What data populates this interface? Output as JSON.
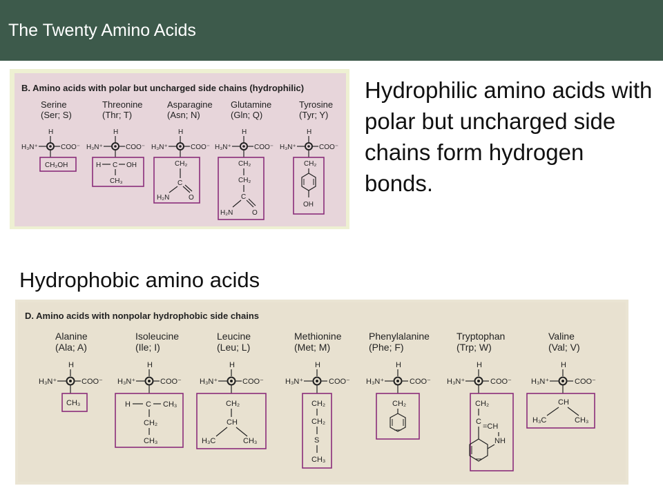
{
  "header": {
    "title": "The Twenty Amino Acids"
  },
  "body_text": "Hydrophilic amino acids with polar but uncharged side chains form hydrogen bonds.",
  "hydrophobic_title": "Hydrophobic amino acids",
  "panel_b": {
    "title": "B.  Amino acids with polar but uncharged side chains (hydrophilic)",
    "acids": [
      {
        "name": "Serine",
        "code": "(Ser; S)"
      },
      {
        "name": "Threonine",
        "code": "(Thr; T)"
      },
      {
        "name": "Asparagine",
        "code": "(Asn; N)"
      },
      {
        "name": "Glutamine",
        "code": "(Gln; Q)"
      },
      {
        "name": "Tyrosine",
        "code": "(Tyr; Y)"
      }
    ]
  },
  "panel_d": {
    "title": "D.  Amino acids with nonpolar hydrophobic side chains",
    "acids": [
      {
        "name": "Alanine",
        "code": "(Ala; A)"
      },
      {
        "name": "Isoleucine",
        "code": "(Ile; I)"
      },
      {
        "name": "Leucine",
        "code": "(Leu; L)"
      },
      {
        "name": "Methionine",
        "code": "(Met; M)"
      },
      {
        "name": "Phenylalanine",
        "code": "(Phe; F)"
      },
      {
        "name": "Tryptophan",
        "code": "(Trp; W)"
      },
      {
        "name": "Valine",
        "code": "(Val; V)"
      }
    ]
  },
  "colors": {
    "header": "#3d5a4b",
    "box_border": "#8a2c7a",
    "panel_b_bg": "#e7d5da",
    "panel_d_bg": "#e8e1d0"
  }
}
